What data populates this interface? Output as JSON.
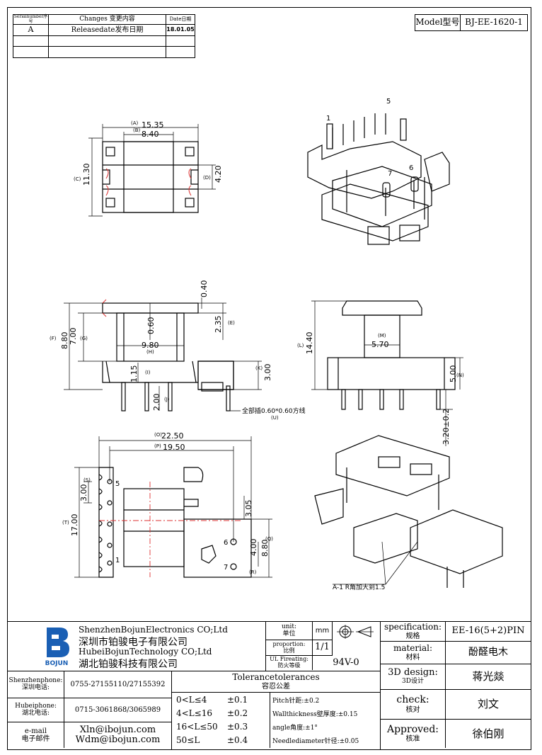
{
  "revision_table": {
    "headers": [
      "Serialnumber序号",
      "Changes 变更内容",
      "Date日期"
    ],
    "rows": [
      [
        "A",
        "Releasedate发布日期",
        "18.01.05"
      ],
      [
        "",
        "",
        ""
      ],
      [
        "",
        "",
        ""
      ]
    ]
  },
  "model": {
    "label": "Model型号",
    "value": "BJ-EE-1620-1"
  },
  "top_view": {
    "A": "(A)",
    "A_val": "15.35",
    "B": "(B)",
    "B_val": "8.40",
    "C": "(C)",
    "C_val": "11.30",
    "D": "(D)",
    "D_val": "4.20"
  },
  "iso_top": {
    "pin1": "1",
    "pin5": "5",
    "pin6": "6",
    "pin7": "7"
  },
  "side_view": {
    "E": "(E)",
    "E_val": "2.35",
    "top_val": "0.40",
    "F": "(F)",
    "F_val": "8.80",
    "G": "(G)",
    "G_val": "7.00",
    "H": "(H)",
    "H_val": "9.80",
    "mid_val": "0.60",
    "I": "(I)",
    "I_val": "1.15",
    "J": "(J)",
    "J_val": "2.00",
    "K": "(K)",
    "K_val": "3.00",
    "U": "(U)",
    "pin_note": "全部插0.60*0.60方线"
  },
  "front_view": {
    "L": "(L)",
    "L_val": "14.40",
    "M": "(M)",
    "M_val": "5.70",
    "N": "(N)",
    "N_val": "5.00",
    "pin_val": "3.20±0.2"
  },
  "bottom_view": {
    "O": "(O)",
    "O_val": "22.50",
    "P": "(P)",
    "P_val": "19.50",
    "S": "(S)",
    "S_val": "3.00",
    "T": "(T)",
    "T_val": "17.00",
    "Q": "(Q)",
    "Q_val": "8.80",
    "R": "(R)",
    "R_val": "4.00",
    "V_val": "3.05",
    "pin5": "5",
    "pin1": "1",
    "pin6": "6",
    "pin7": "7"
  },
  "iso_bottom": {
    "note": "A-1 R角加大到1.5"
  },
  "title_block": {
    "company_en_1": "ShenzhenBojunElectronics CO;Ltd",
    "company_cn_1": "深圳市铂骏电子有限公司",
    "company_en_2": "HubeiBojunTechnology CO;Ltd",
    "company_cn_2": "湖北铂骏科技有限公司",
    "logo_text": "BOJUN",
    "unit_label": "unit:",
    "unit_cn": "单位",
    "unit_val": "mm",
    "proportion_label": "proportion:",
    "proportion_cn": "比例",
    "proportion_val": "1/1",
    "ul_label": "UL Fireating:",
    "ul_cn": "防火等级",
    "ul_val": "94V-0",
    "spec_label": "specification:",
    "spec_cn": "规格",
    "spec_val": "EE-16(5+2)PIN",
    "material_label": "material:",
    "material_cn": "材料",
    "material_val": "酚醛电木",
    "design_label": "3D design:",
    "design_cn": "3D设计",
    "design_val": "蒋光燚",
    "check_label": "check:",
    "check_cn": "核对",
    "check_val": "刘文",
    "approved_label": "Approved:",
    "approved_cn": "核准",
    "approved_val": "徐伯刚",
    "sz_phone_label": "Shenzhenphone:",
    "sz_phone_cn": "深圳电话:",
    "sz_phone": "0755-27155110/27155392",
    "hb_phone_label": "Hubeiphone:",
    "hb_phone_cn": "湖北电话:",
    "hb_phone": "0715-3061868/3065989",
    "email_label": "e-mail",
    "email_cn": "电子邮件",
    "email_1": "Xln@ibojun.com",
    "email_2": "Wdm@ibojun.com",
    "tol_title": "Tolerancetolerances",
    "tol_cn": "容忍公差",
    "tol_rows": [
      {
        "range": "0<L≤4",
        "tol": "±0.1"
      },
      {
        "range": "4<L≤16",
        "tol": "±0.2"
      },
      {
        "range": "16<L≤50",
        "tol": "±0.3"
      },
      {
        "range": "50≤L",
        "tol": "±0.4"
      }
    ],
    "notes": [
      "Pitch针距:±0.2",
      "Wallthickness壁厚度:±0.15",
      "angle角度:±1°",
      "Needlediameter针径:±0.05"
    ]
  }
}
